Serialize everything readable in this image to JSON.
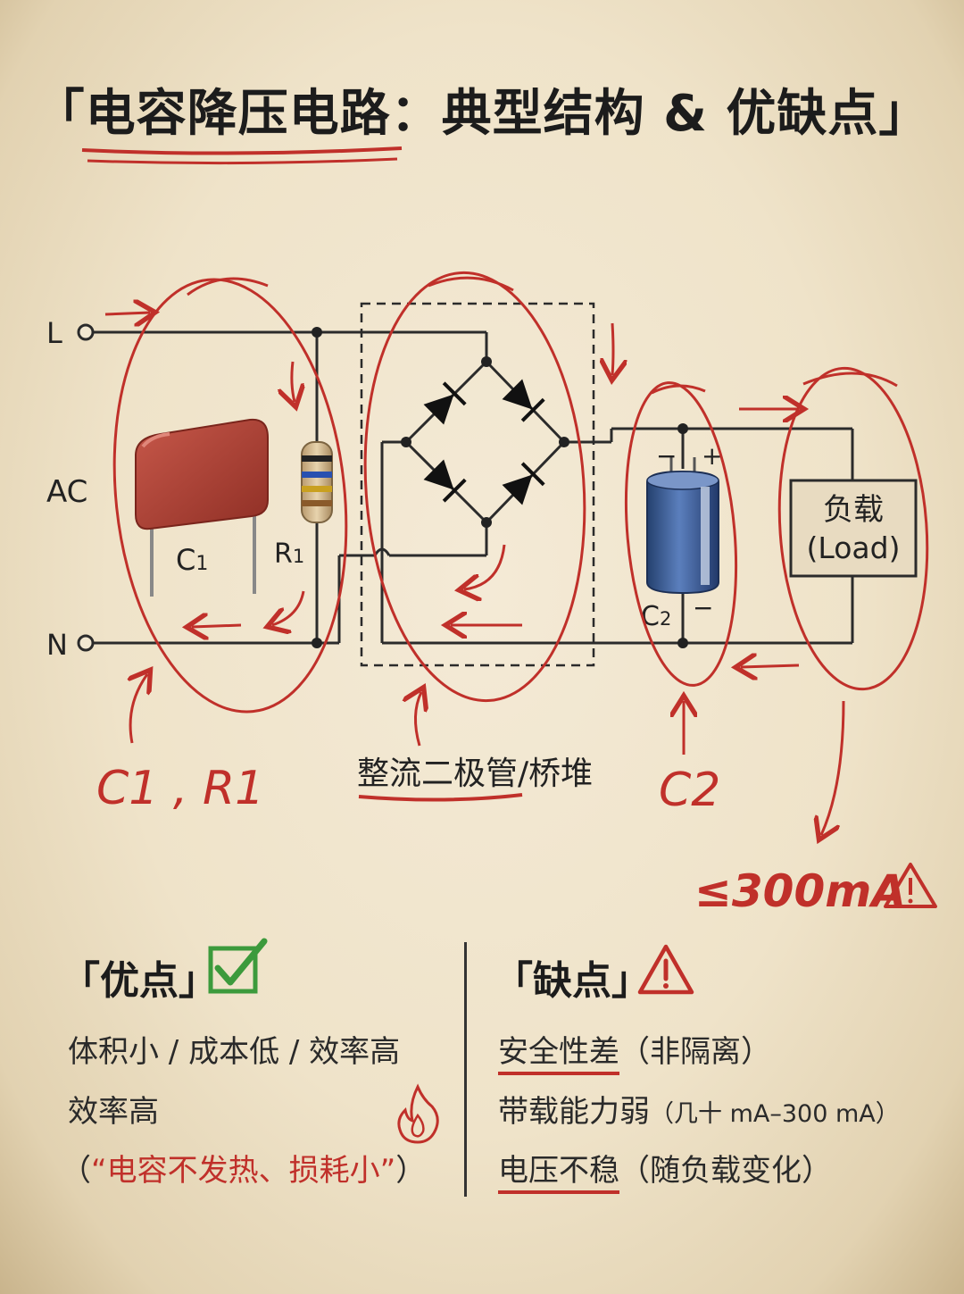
{
  "title": "「电容降压电路：典型结构 & 优缺点」",
  "circuit": {
    "label_L": "L",
    "label_AC": "AC",
    "label_N": "N",
    "c1_label": "C",
    "c1_sub": "1",
    "r1_label": "R",
    "r1_sub": "1",
    "c2_label": "C",
    "c2_sub": "2",
    "c2_plus": "+",
    "c2_minus": "−",
    "load_line1": "负载",
    "load_line2": "(Load)"
  },
  "annotations": {
    "c1r1": "C1 , R1",
    "bridge": "整流二极管/桥堆",
    "c2": "C2",
    "current": "≤300mA"
  },
  "pros": {
    "title": "「优点」",
    "line1": "体积小 / 成本低 / 效率高",
    "line2": "效率高",
    "line3_open": "（",
    "line3_quote": "“电容不发热、损耗小”",
    "line3_close": "）"
  },
  "cons": {
    "title": "「缺点」",
    "line1_main": "安全性差",
    "line1_rest": "（非隔离）",
    "line2_main": "带载能力弱",
    "line2_rest": "（几十 mA–300 mA）",
    "line3_main": "电压不稳",
    "line3_rest": "（随负载变化）"
  },
  "colors": {
    "annotation_red": "#c0302a",
    "capacitor_red": "#b8473a",
    "electrolytic_blue": "#3a5f9c",
    "check_green": "#3c9a3c"
  }
}
